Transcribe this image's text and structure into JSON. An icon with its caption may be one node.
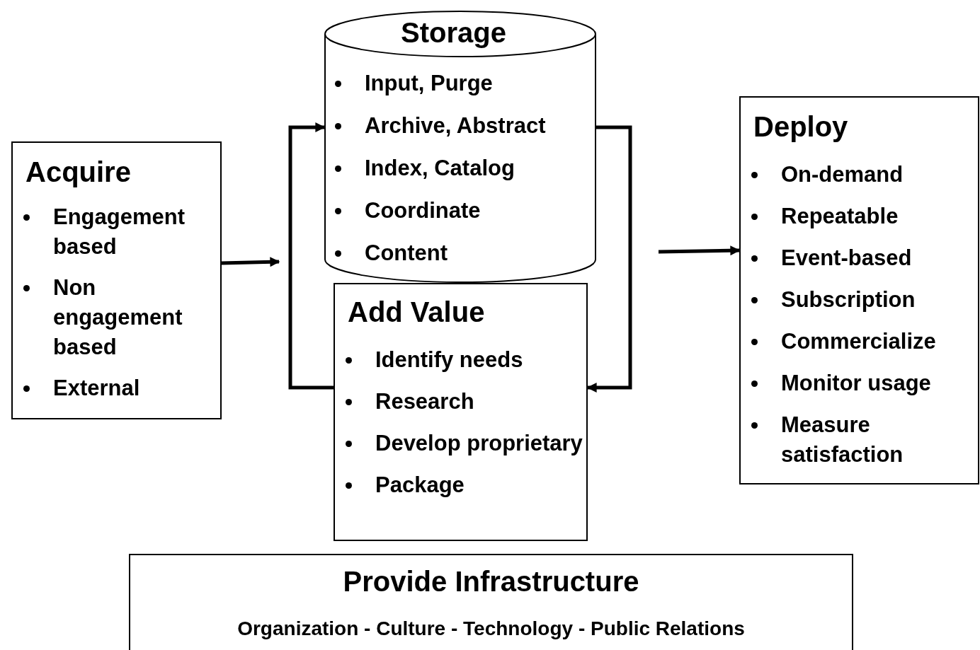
{
  "diagram": {
    "nodes": [
      {
        "text": [
          "Acquire",
          "Engagement based",
          "Non engagement based",
          "External"
        ]
      },
      {
        "text": [
          "Storage",
          "Input, Purge",
          "Archive, Abstract",
          "Index, Catalog",
          "Coordinate",
          "Content"
        ]
      },
      {
        "text": [
          "Add Value",
          "Identify needs",
          "Research",
          "Develop proprietary",
          "Package"
        ]
      },
      {
        "text": [
          "Deploy",
          "On-demand",
          "Repeatable",
          "Event-based",
          "Subscription",
          "Commercialize",
          "Monitor usage",
          "Measure satisfaction"
        ]
      },
      {
        "text": [
          "Provide Infrastructure",
          "Organization - Culture - Technology - Public Relations"
        ]
      }
    ],
    "edges": [
      {
        "from": 0,
        "to": null,
        "arrow": "to"
      },
      {
        "from": null,
        "to": 3,
        "arrow": "to"
      },
      {
        "from": 2,
        "to": 1,
        "arrow": "to"
      },
      {
        "from": 1,
        "to": 2,
        "arrow": "to"
      }
    ]
  }
}
